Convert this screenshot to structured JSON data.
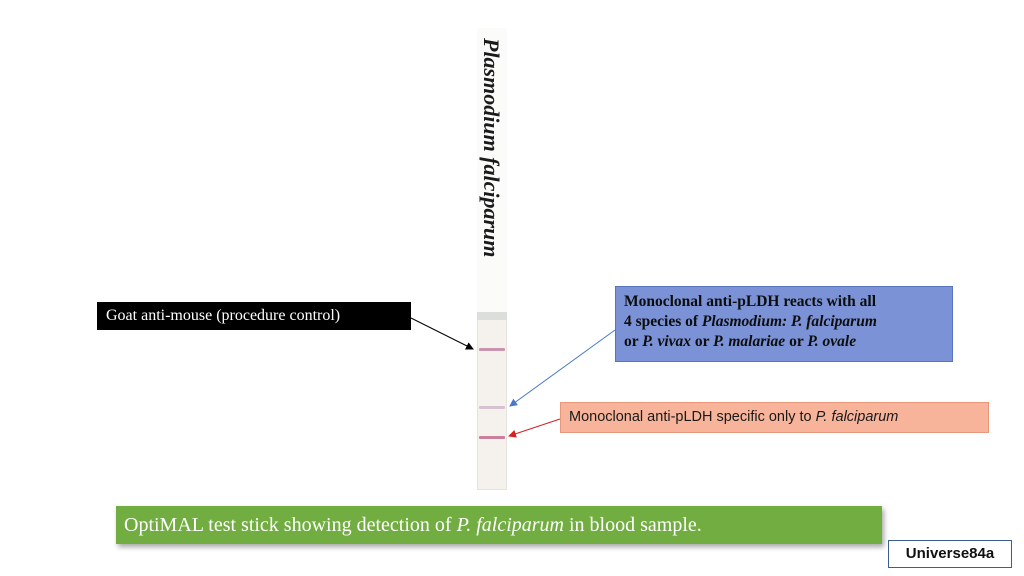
{
  "strip": {
    "title": "Plasmodium falciparum"
  },
  "labels": {
    "goat": "Goat anti-mouse (procedure control)",
    "mono_pan": {
      "line1": "Monoclonal anti-pLDH reacts with all",
      "line2_a": "4 species  of ",
      "line2_b": "Plasmodium: P. falciparum",
      "line3_a": " or ",
      "line3_b": "P. vivax",
      "line3_c": " or ",
      "line3_d": "P. malariae",
      "line3_e": " or ",
      "line3_f": "P. ovale"
    },
    "mono_pf": {
      "text": "Monoclonal anti-pLDH specific only to ",
      "species": "P. falciparum"
    }
  },
  "caption": {
    "text_a": "OptiMAL test stick showing detection of ",
    "species": "P. falciparum",
    "text_b": " in blood sample."
  },
  "watermark": "Universe84a",
  "colors": {
    "control_box": "#000000",
    "pan_box": "#7b92d6",
    "pf_box": "#f7b49a",
    "caption_box": "#72ad41",
    "arrow_control": "#000000",
    "arrow_pan": "#4a78c8",
    "arrow_pf": "#d62020"
  }
}
